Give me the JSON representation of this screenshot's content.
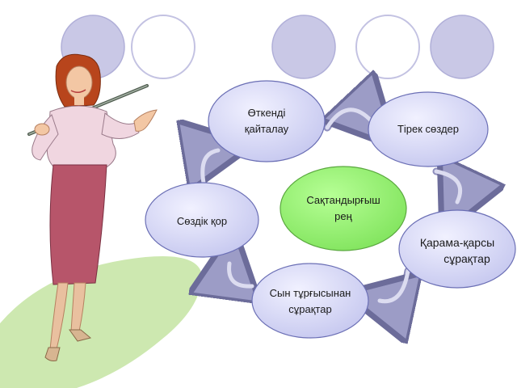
{
  "colors": {
    "node_fill": "#cfd1f2",
    "node_stroke": "#6b6fb5",
    "center_fill": "#8ff06a",
    "center_stroke": "#5aa83f",
    "deco_fill": "#c9c8e6",
    "deco_stroke": "#a9a8cf",
    "arrow_fill": "#d9d8ee",
    "arrow_stroke": "#7a7aa8",
    "floor": "#cde8b0"
  },
  "decor": {
    "teacher_figure": "teacher-with-pointer",
    "circle_row": "decorative-circles"
  },
  "diagram": {
    "nodes": [
      {
        "id": "otkendi",
        "line1": "Өткенді",
        "line2": "қайталау"
      },
      {
        "id": "tirek",
        "line1": "Тірек сөздер",
        "line2": ""
      },
      {
        "id": "sozdik",
        "line1": "Сөздік қор",
        "line2": ""
      },
      {
        "id": "center",
        "line1": "Сақтандырғыш",
        "line2": "рең"
      },
      {
        "id": "qarama",
        "line1": "Қарама-қарсы",
        "line2": "сұрақтар"
      },
      {
        "id": "syn",
        "line1": "Сын тұрғысынан",
        "line2": "сұрақтар"
      }
    ],
    "arrows": [
      "curved-arrow",
      "curved-arrow",
      "curved-arrow",
      "curved-arrow",
      "curved-arrow"
    ]
  }
}
